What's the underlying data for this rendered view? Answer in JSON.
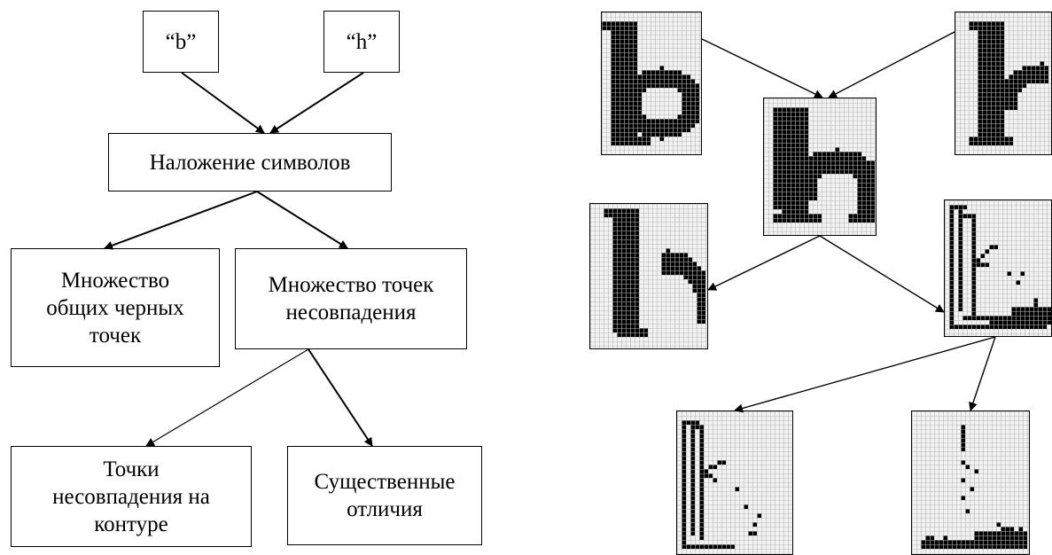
{
  "flow": {
    "input_b": "“b”",
    "input_h": "“h”",
    "overlay": "Наложение символов",
    "common": "Множество\nобщих черных\nточек",
    "mismatch": "Множество точек\nнесовпадения",
    "contour": "Точки\nнесовпадения на\nконтуре",
    "significant": "Существенные\nотличия"
  },
  "images": [
    {
      "name": "glyph-b-image",
      "glyph": "b"
    },
    {
      "name": "glyph-h-image",
      "glyph": "h"
    },
    {
      "name": "overlay-image",
      "glyph": "overlay"
    },
    {
      "name": "common-points-image",
      "glyph": "common"
    },
    {
      "name": "mismatch-points-image",
      "glyph": "mismatch"
    },
    {
      "name": "contour-points-image",
      "glyph": "contour"
    },
    {
      "name": "significant-points-image",
      "glyph": "significant"
    }
  ],
  "colors": {
    "ink": "#000000",
    "grid": "#b8b8b8",
    "cell_bg": "#f2f2f2"
  }
}
